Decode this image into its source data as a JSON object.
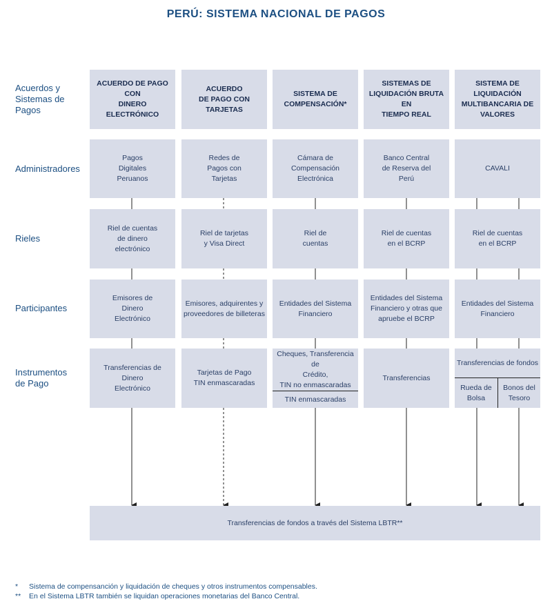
{
  "title": "PERÚ:  SISTEMA NACIONAL DE PAGOS",
  "row_labels": {
    "acuerdos": [
      "Acuerdos y",
      "Sistemas de",
      "Pagos"
    ],
    "administradores": "Administradores",
    "rieles": "Rieles",
    "participantes": "Participantes",
    "instrumentos": [
      "Instrumentos",
      "de Pago"
    ]
  },
  "columns": [
    {
      "header": [
        "ACUERDO DE PAGO CON",
        "DINERO ELECTRÓNICO"
      ],
      "administrador": [
        "Pagos",
        "Digitales",
        "Peruanos"
      ],
      "riel": [
        "Riel de cuentas",
        "de dinero",
        "electrónico"
      ],
      "participantes": [
        "Emisores de",
        "Dinero",
        "Electrónico"
      ],
      "instrumentos": [
        "Transferencias de",
        "Dinero",
        "Electrónico"
      ]
    },
    {
      "header": [
        "ACUERDO",
        "DE PAGO CON TARJETAS"
      ],
      "administrador": [
        "Redes de",
        "Pagos con",
        "Tarjetas"
      ],
      "riel": [
        "Riel de tarjetas",
        "y Visa Direct"
      ],
      "participantes": [
        "Emisores, adquirentes y",
        "proveedores de billeteras"
      ],
      "instrumentos": [
        "Tarjetas de Pago",
        "TIN enmascaradas"
      ]
    },
    {
      "header": [
        "SISTEMA DE",
        "COMPENSACIÓN*"
      ],
      "administrador": [
        "Cámara de",
        "Compensación",
        "Electrónica"
      ],
      "riel": [
        "Riel de",
        "cuentas"
      ],
      "participantes": [
        "Entidades del Sistema",
        "Financiero"
      ],
      "instrumentos_top": [
        "Cheques, Transferencia de",
        "Crédito,",
        "TIN no enmascaradas"
      ],
      "instrumentos_bottom": "TIN enmascaradas"
    },
    {
      "header": [
        "SISTEMAS DE",
        "LIQUIDACIÓN BRUTA EN",
        "TIEMPO REAL"
      ],
      "administrador": [
        "Banco Central",
        "de Reserva del",
        "Perú"
      ],
      "riel": [
        "Riel de cuentas",
        "en el BCRP"
      ],
      "participantes": [
        "Entidades del Sistema",
        "Financiero y otras que",
        "apruebe el BCRP"
      ],
      "instrumentos": [
        "Transferencias"
      ]
    },
    {
      "header": [
        "SISTEMA DE",
        "LIQUIDACIÓN",
        "MULTIBANCARIA DE",
        "VALORES"
      ],
      "administrador": [
        "CAVALI"
      ],
      "riel": [
        "Riel de cuentas",
        "en el BCRP"
      ],
      "participantes": [
        "Entidades del Sistema",
        "Financiero"
      ],
      "instrumentos_top": "Transferencias de fondos",
      "instrumentos_left": [
        "Rueda de",
        "Bolsa"
      ],
      "instrumentos_right": [
        "Bonos del",
        "Tesoro"
      ]
    }
  ],
  "bottom_box": "Transferencias de fondos a través del Sistema LBTR**",
  "footnotes": [
    {
      "mark": "*",
      "text": "Sistema de compensanción y liquidación de cheques y otros instrumentos compensables."
    },
    {
      "mark": "**",
      "text": "En el Sistema LBTR también se liquidan operaciones monetarias del Banco Central."
    }
  ],
  "colors": {
    "box": "#d8dce8",
    "title": "#1c4f82",
    "line": "#222222"
  }
}
